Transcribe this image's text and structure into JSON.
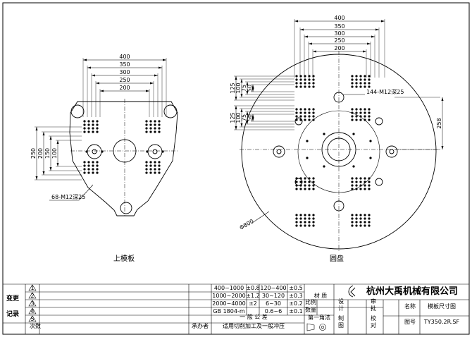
{
  "left_view": {
    "caption": "上模板",
    "dims_top": [
      "400",
      "350",
      "300",
      "250",
      "200"
    ],
    "dims_side": [
      "250",
      "200",
      "150",
      "100"
    ],
    "note": "68-M12深25"
  },
  "right_view": {
    "caption": "圆盘",
    "dims_top": [
      "400",
      "350",
      "300",
      "250",
      "200"
    ],
    "dims_side_upper": [
      "125",
      "100",
      "75",
      "50"
    ],
    "dims_side_lower": [
      "125",
      "100",
      "75",
      "50"
    ],
    "dim_258": "258",
    "note": "144-M12深25",
    "diameter": "Φ800"
  },
  "title_block": {
    "rev_left_1": "变更",
    "rev_left_2": "记录",
    "rev_marks": [
      "1",
      "2",
      "3",
      "4",
      "5"
    ],
    "rev_times_header": "次数",
    "rev_sign_header": "承办者",
    "tol_rows": [
      [
        "400~1000",
        "±0.8",
        "120~400",
        "±0.5"
      ],
      [
        "1000~2000",
        "±1.2",
        "30~120",
        "±0.3"
      ],
      [
        "2000~4000",
        "±2",
        "6~30",
        "±0.2"
      ],
      [
        "GB 1804-m",
        "",
        "0.6~6",
        "±0.1"
      ]
    ],
    "tol_general": "一 般 公 差",
    "tol_note": "适用切削加工及一般冲压",
    "material_label": "材 质",
    "ratio_label": "比例",
    "qty_label": "数量",
    "angle_label": "第一角法",
    "design_label": "设计",
    "draw_label": "制图",
    "review_label": "审批",
    "check_label": "校对",
    "company": "杭州大禹机械有限公司",
    "name_label": "名称",
    "name_value": "模板尺寸图",
    "drawing_no_label": "图号",
    "drawing_no_value": "TY350.2R.SF"
  }
}
